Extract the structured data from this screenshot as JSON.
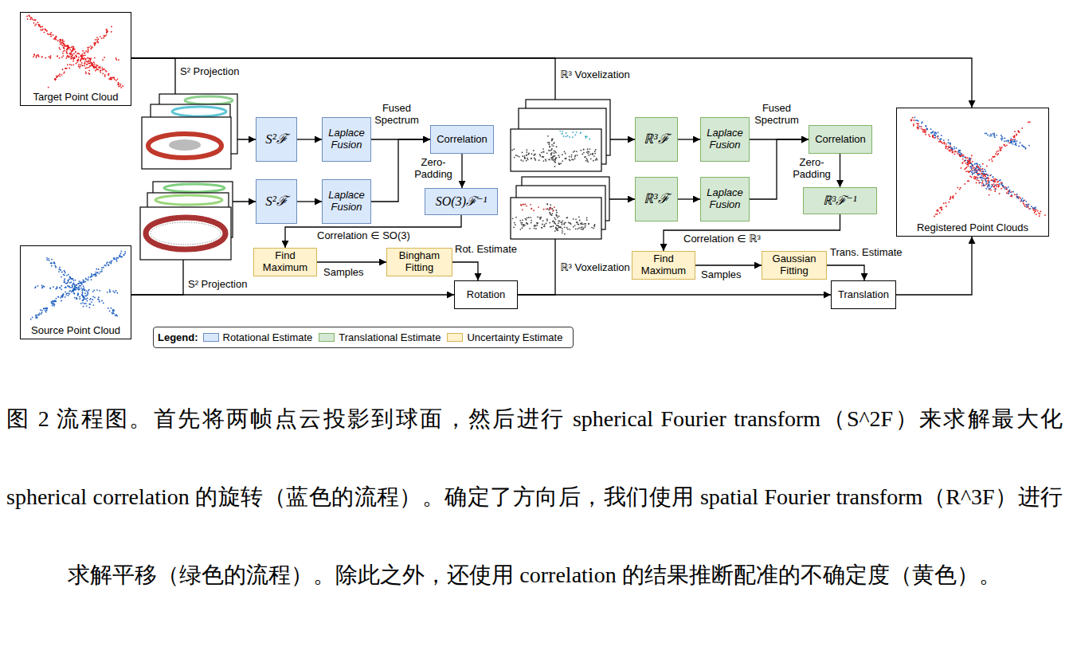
{
  "diagram": {
    "caption": "图 2 流程图。首先将两帧点云投影到球面，然后进行 spherical Fourier transform（S^2F）来求解最大化 spherical correlation 的旋转（蓝色的流程）。确定了方向后，我们使用 spatial Fourier transform（R^3F）进行求解平移（绿色的流程）。除此之外，还使用 correlation 的结果推断配准的不确定度（黄色）。",
    "nodes": [
      {
        "text": [
          "Target Point Cloud"
        ]
      },
      {
        "text": [
          "S²ℱ"
        ]
      },
      {
        "text": [
          "Laplace Fusion"
        ]
      },
      {
        "text": [
          "Correlation"
        ]
      },
      {
        "text": [
          "S²ℱ"
        ]
      },
      {
        "text": [
          "Laplace Fusion"
        ]
      },
      {
        "text": [
          "SO(3)ℱ⁻¹"
        ]
      },
      {
        "text": [
          "Find Maximum"
        ]
      },
      {
        "text": [
          "Bingham Fitting"
        ]
      },
      {
        "text": [
          "Source Point Cloud"
        ]
      },
      {
        "text": [
          "Rotation"
        ]
      },
      {
        "text": [
          "ℝ³ℱ"
        ]
      },
      {
        "text": [
          "Laplace Fusion"
        ]
      },
      {
        "text": [
          "Correlation"
        ]
      },
      {
        "text": [
          "ℝ³ℱ"
        ]
      },
      {
        "text": [
          "Laplace Fusion"
        ]
      },
      {
        "text": [
          "ℝ³ℱ⁻¹"
        ]
      },
      {
        "text": [
          "Find Maximum"
        ]
      },
      {
        "text": [
          "Gaussian Fitting"
        ]
      },
      {
        "text": [
          "Translation"
        ]
      },
      {
        "text": [
          "Registered Point Clouds"
        ]
      }
    ],
    "edges": [
      {
        "from": 0,
        "to": 1,
        "arrow": "to",
        "label": "S² Projection"
      },
      {
        "from": 1,
        "to": 2,
        "arrow": "to"
      },
      {
        "from": 2,
        "to": 3,
        "arrow": "to",
        "label": "Fused Spectrum"
      },
      {
        "from": 9,
        "to": 4,
        "arrow": "to",
        "label": "S² Projection"
      },
      {
        "from": 4,
        "to": 5,
        "arrow": "to"
      },
      {
        "from": 5,
        "to": 3,
        "arrow": "to"
      },
      {
        "from": 3,
        "to": 6,
        "arrow": "to",
        "label": "Zero- Padding"
      },
      {
        "from": 6,
        "to": 7,
        "arrow": "to",
        "label": "Correlation ∈ SO(3)"
      },
      {
        "from": 7,
        "to": 8,
        "arrow": "to",
        "label": "Samples"
      },
      {
        "from": 8,
        "to": 10,
        "arrow": "to",
        "label": "Rot. Estimate"
      },
      {
        "from": 9,
        "to": 10,
        "arrow": "to"
      },
      {
        "from": 0,
        "to": 11,
        "arrow": "to",
        "label": "ℝ³ Voxelization"
      },
      {
        "from": 11,
        "to": 12,
        "arrow": "to"
      },
      {
        "from": 12,
        "to": 13,
        "arrow": "to",
        "label": "Fused Spectrum"
      },
      {
        "from": 10,
        "to": 14,
        "arrow": "to",
        "label": "ℝ³ Voxelization"
      },
      {
        "from": 14,
        "to": 15,
        "arrow": "to"
      },
      {
        "from": 15,
        "to": 13,
        "arrow": "to"
      },
      {
        "from": 13,
        "to": 16,
        "arrow": "to",
        "label": "Zero- Padding"
      },
      {
        "from": 16,
        "to": 17,
        "arrow": "to",
        "label": "Correlation ∈ ℝ³"
      },
      {
        "from": 17,
        "to": 18,
        "arrow": "to",
        "label": "Samples"
      },
      {
        "from": 18,
        "to": 19,
        "arrow": "to",
        "label": "Trans. Estimate"
      },
      {
        "from": 10,
        "to": 19,
        "arrow": "to"
      },
      {
        "from": 19,
        "to": 20,
        "arrow": "to"
      },
      {
        "from": 0,
        "to": 20,
        "arrow": "to"
      }
    ],
    "labels": [
      "Legend:"
    ],
    "legend": [
      {
        "text": "Rotational Estimate",
        "color": "#dae8fc"
      },
      {
        "text": "Translational Estimate",
        "color": "#d5e8d4"
      },
      {
        "text": "Uncertainty Estimate",
        "color": "#fff2cc"
      }
    ]
  }
}
